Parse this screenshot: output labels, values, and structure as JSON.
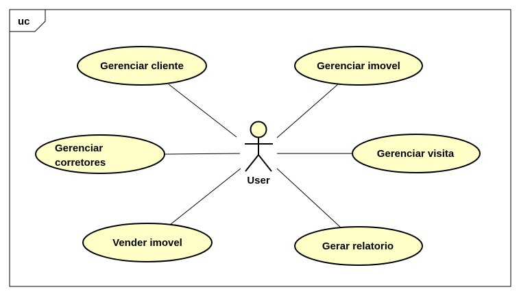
{
  "frame": {
    "label": "uc"
  },
  "actor": {
    "name": "User"
  },
  "use_cases": [
    {
      "id": "uc-gerenciar-cliente",
      "lines": [
        "Gerenciar cliente"
      ]
    },
    {
      "id": "uc-gerenciar-imovel",
      "lines": [
        "Gerenciar imovel"
      ]
    },
    {
      "id": "uc-gerenciar-corretores",
      "lines": [
        "Gerenciar",
        "corretores"
      ]
    },
    {
      "id": "uc-gerenciar-visita",
      "lines": [
        "Gerenciar visita"
      ]
    },
    {
      "id": "uc-vender-imovel",
      "lines": [
        "Vender imovel"
      ]
    },
    {
      "id": "uc-gerar-relatorio",
      "lines": [
        "Gerar relatorio"
      ]
    }
  ],
  "colors": {
    "usecase_fill": "#FFFFC8",
    "actor_fill": "#FFFFC8",
    "stroke": "#000000"
  }
}
